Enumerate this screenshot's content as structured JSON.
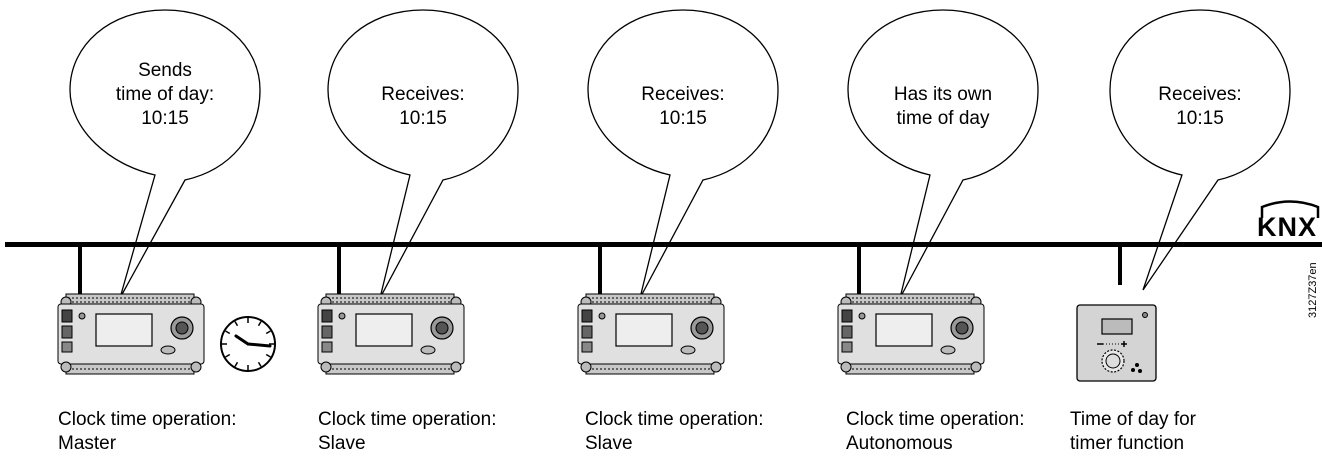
{
  "devices": [
    {
      "type": "controller",
      "bubble_lines": [
        "Sends",
        "time of day:",
        "10:15"
      ],
      "caption_lines": [
        "Clock time operation:",
        "Master"
      ],
      "has_clock_icon": true
    },
    {
      "type": "controller",
      "bubble_lines": [
        "Receives:",
        "10:15"
      ],
      "caption_lines": [
        "Clock time operation:",
        "Slave"
      ],
      "has_clock_icon": false
    },
    {
      "type": "controller",
      "bubble_lines": [
        "Receives:",
        "10:15"
      ],
      "caption_lines": [
        "Clock time operation:",
        "Slave"
      ],
      "has_clock_icon": false
    },
    {
      "type": "controller",
      "bubble_lines": [
        "Has its own",
        "time of day"
      ],
      "caption_lines": [
        "Clock time operation:",
        "Autonomous"
      ],
      "has_clock_icon": false
    },
    {
      "type": "room-unit",
      "bubble_lines": [
        "Receives:",
        "10:15"
      ],
      "caption_lines": [
        "Time of day for",
        "timer function"
      ],
      "has_clock_icon": false
    }
  ],
  "bus": {
    "logo": "KNX"
  },
  "reference_code": "3127Z37en",
  "icons": [
    "clock-icon",
    "knx-logo"
  ]
}
